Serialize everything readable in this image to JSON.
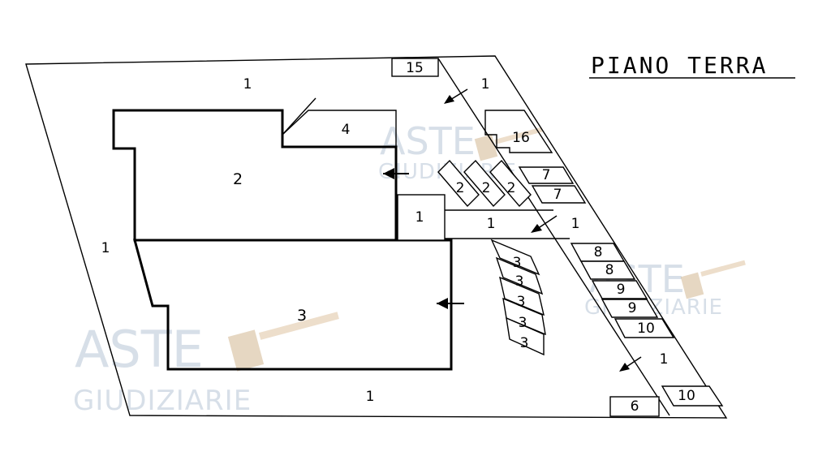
{
  "title": "PIANO TERRA",
  "watermark": {
    "line1": "ASTE",
    "line2": "GIUDIZIARIE",
    "color": "#b7c5d6"
  },
  "labels": {
    "yard_top": "1",
    "yard_left": "1",
    "yard_bottom": "1",
    "ramp_top": "1",
    "ramp_mid": "1",
    "ramp_bottom": "1",
    "corridor": "1",
    "small_room": "1",
    "unit_15": "15",
    "unit_16": "16",
    "unit_4": "4",
    "unit_2_main": "2",
    "unit_3_main": "3",
    "stall_2a": "2",
    "stall_2b": "2",
    "stall_2c": "2",
    "stall_7a": "7",
    "stall_7b": "7",
    "stall_8a": "8",
    "stall_8b": "8",
    "stall_9a": "9",
    "stall_9b": "9",
    "stall_10a": "10",
    "stall_10b": "10",
    "stall_6": "6",
    "stall_3a": "3",
    "stall_3b": "3",
    "stall_3c": "3",
    "stall_3d": "3",
    "stall_3e": "3"
  }
}
